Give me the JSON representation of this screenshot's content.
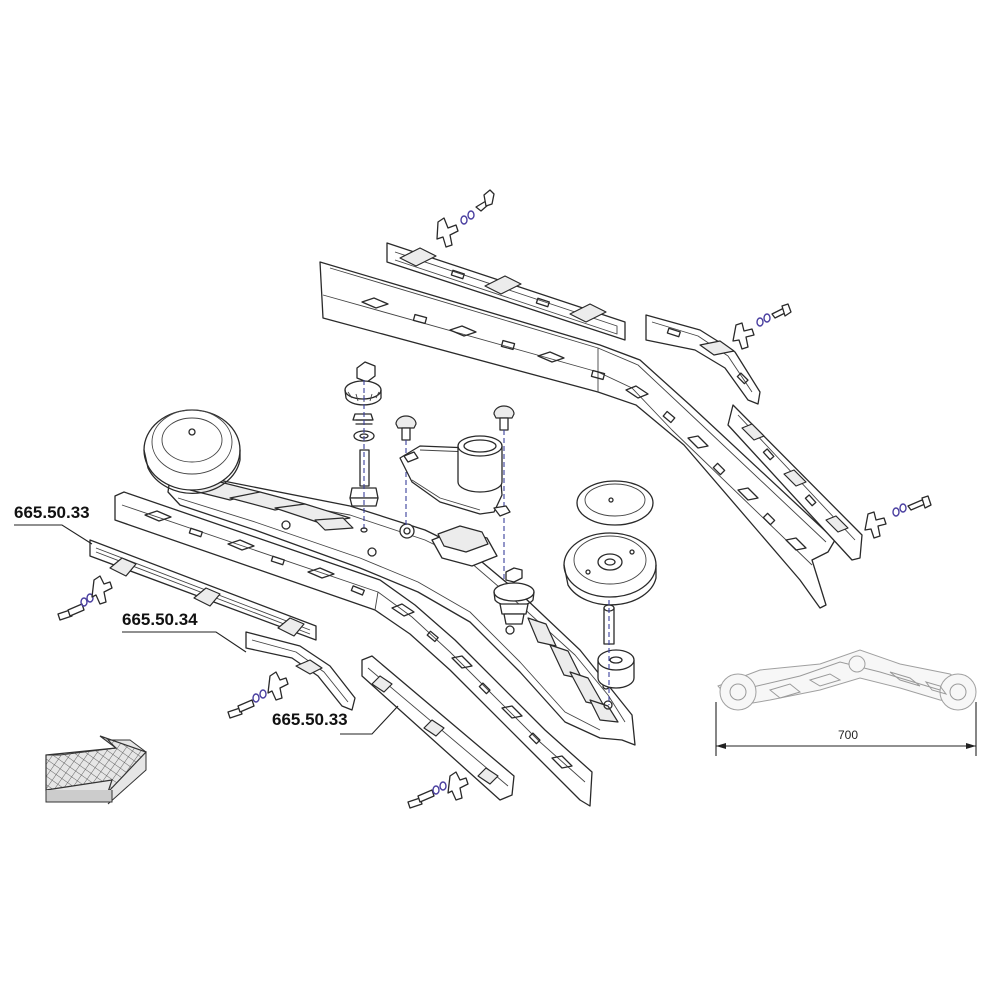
{
  "diagram": {
    "part_labels": {
      "label_1": "665.50.33",
      "label_2": "665.50.34",
      "label_3": "665.50.33"
    },
    "dimension": {
      "value": "700"
    },
    "colors": {
      "line": "#2a2a2a",
      "leader": "#222222",
      "dash_axis": "#3a3f9a",
      "washer": "#4a3fa0"
    },
    "icons": {
      "direction_arrow": "hatched-direction-arrow-icon"
    }
  }
}
